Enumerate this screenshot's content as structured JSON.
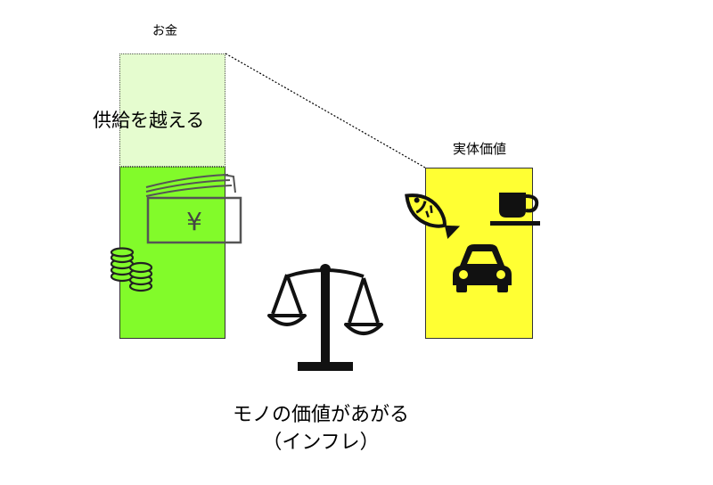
{
  "labels": {
    "money": "お金",
    "real_value": "実体価値",
    "excess": "供給を越える",
    "yen_symbol": "¥",
    "caption_line1": "モノの価値があがる",
    "caption_line2": "（インフレ）"
  },
  "icons": [
    "banknote-icon",
    "coins-icon",
    "balance-scale-icon",
    "fish-icon",
    "coffee-cup-icon",
    "car-icon"
  ],
  "colors": {
    "money_fill": "#82fb2a",
    "excess_fill": "#e5fccf",
    "real_value_fill": "#ffff33"
  }
}
